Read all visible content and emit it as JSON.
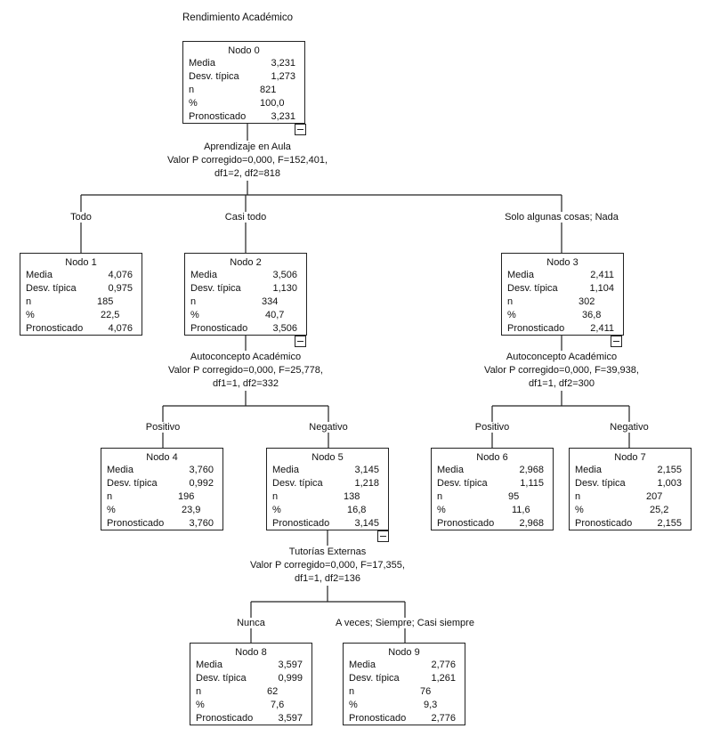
{
  "title": "Rendimiento Académico",
  "labels": {
    "media": "Media",
    "desv": "Desv. típica",
    "n": "n",
    "pct": "%",
    "pron": "Pronosticado"
  },
  "nodes": [
    {
      "name": "Nodo 0",
      "media": "3,231",
      "desv": "1,273",
      "n": "821",
      "pct": "100,0",
      "pron": "3,231"
    },
    {
      "name": "Nodo 1",
      "media": "4,076",
      "desv": "0,975",
      "n": "185",
      "pct": "22,5",
      "pron": "4,076"
    },
    {
      "name": "Nodo 2",
      "media": "3,506",
      "desv": "1,130",
      "n": "334",
      "pct": "40,7",
      "pron": "3,506"
    },
    {
      "name": "Nodo 3",
      "media": "2,411",
      "desv": "1,104",
      "n": "302",
      "pct": "36,8",
      "pron": "2,411"
    },
    {
      "name": "Nodo 4",
      "media": "3,760",
      "desv": "0,992",
      "n": "196",
      "pct": "23,9",
      "pron": "3,760"
    },
    {
      "name": "Nodo 5",
      "media": "3,145",
      "desv": "1,218",
      "n": "138",
      "pct": "16,8",
      "pron": "3,145"
    },
    {
      "name": "Nodo 6",
      "media": "2,968",
      "desv": "1,115",
      "n": "95",
      "pct": "11,6",
      "pron": "2,968"
    },
    {
      "name": "Nodo 7",
      "media": "2,155",
      "desv": "1,003",
      "n": "207",
      "pct": "25,2",
      "pron": "2,155"
    },
    {
      "name": "Nodo 8",
      "media": "3,597",
      "desv": "0,999",
      "n": "62",
      "pct": "7,6",
      "pron": "3,597"
    },
    {
      "name": "Nodo 9",
      "media": "2,776",
      "desv": "1,261",
      "n": "76",
      "pct": "9,3",
      "pron": "2,776"
    }
  ],
  "splits": [
    {
      "variable": "Aprendizaje en Aula",
      "stats": "Valor P corregido=0,000, F=152,401,",
      "df": "df1=2, df2=818"
    },
    {
      "variable": "Autoconcepto Académico",
      "stats": "Valor P corregido=0,000, F=25,778,",
      "df": "df1=1, df2=332"
    },
    {
      "variable": "Autoconcepto Académico",
      "stats": "Valor P corregido=0,000, F=39,938,",
      "df": "df1=1, df2=300"
    },
    {
      "variable": "Tutorías Externas",
      "stats": "Valor P corregido=0,000, F=17,355,",
      "df": "df1=1, df2=136"
    }
  ],
  "branches": {
    "n1": "Todo",
    "n2": "Casi todo",
    "n3": "Solo algunas cosas; Nada",
    "n4": "Positivo",
    "n5": "Negativo",
    "n6": "Positivo",
    "n7": "Negativo",
    "n8": "Nunca",
    "n9": "A veces; Siempre; Casi siempre"
  }
}
